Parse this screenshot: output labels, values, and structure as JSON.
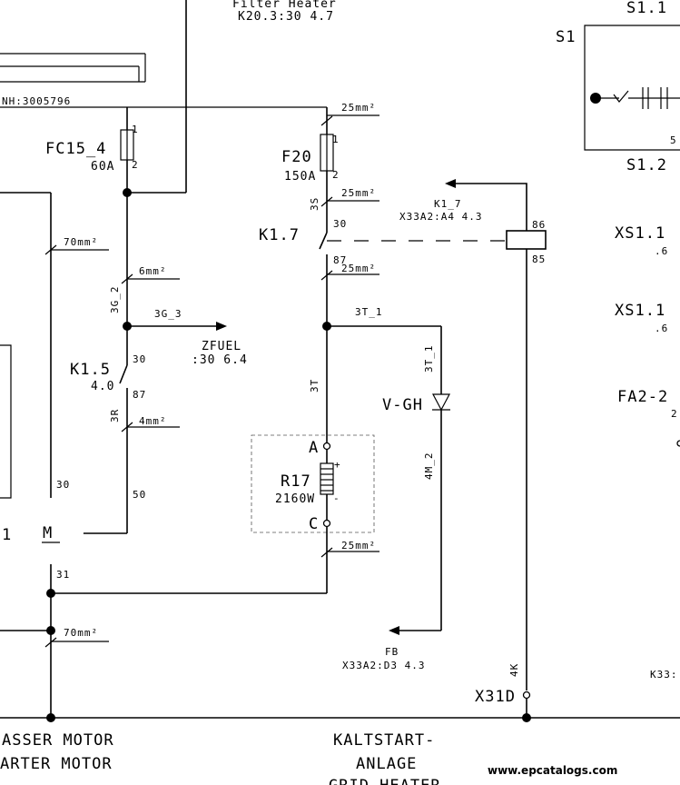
{
  "title_top": "Filter Heater",
  "ref_top": "K20.3:30 4.7",
  "nh_label": "NH:3005796",
  "fuses": {
    "fc15": {
      "name": "FC15_4",
      "rating": "60A",
      "pin1": "1",
      "pin2": "2"
    },
    "f20": {
      "name": "F20",
      "rating": "150A",
      "pin1": "1",
      "pin2": "2"
    }
  },
  "relays": {
    "k17": {
      "name": "K1.7",
      "pin30": "30",
      "pin87": "87",
      "coil_label": "K1_7",
      "coil_ref": "X33A2:A4 4.3",
      "pin86": "86",
      "pin85": "85"
    },
    "k15": {
      "name": "K1.5",
      "value": "4.0",
      "pin30": "30",
      "pin87": "87"
    }
  },
  "wires": {
    "w70a": "70mm²",
    "w70b": "70mm²",
    "w6": "6mm²",
    "w4": "4mm²",
    "w25a": "25mm²",
    "w25b": "25mm²",
    "w25c": "25mm²",
    "w25d": "25mm²",
    "w3g2": "3G_2",
    "w3g3": "3G_3",
    "w3s": "3S",
    "w3t": "3T",
    "w3t1a": "3T_1",
    "w3t1b": "3T_1",
    "w4m2": "4M_2",
    "w3r": "3R",
    "w4k": "4K"
  },
  "zfuel": {
    "label": "ZFUEL",
    "ref": ":30 6.4"
  },
  "heater": {
    "name": "R17",
    "power": "2160W",
    "pinA": "A",
    "pinC": "C"
  },
  "diode": {
    "name": "V-GH"
  },
  "fb": {
    "label": "FB",
    "ref": "X33A2:D3 4.3"
  },
  "motor": {
    "pin30": "30",
    "pin31": "31",
    "pin50": "50",
    "symbol": "M",
    "ref_fragment": "1"
  },
  "connector": {
    "name": "X31D"
  },
  "right_side": {
    "s1": "S1",
    "s11": "S1.1",
    "s12": "S1.2",
    "s12_pin": "5",
    "xs11a": "XS1.1",
    "xs11a_sub": ".6",
    "xs11b": "XS1.1",
    "xs11b_sub": ".6",
    "fa2": "FA2-2",
    "fa2_sub": "2",
    "k33": "K33:"
  },
  "bottom": {
    "motor_line1": "ASSER MOTOR",
    "motor_line2": "ARTER MOTOR",
    "kalt_line1": "KALTSTART-",
    "kalt_line2": "ANLAGE",
    "kalt_line3": "GRID HEATER"
  },
  "watermark": "www.epcatalogs.com"
}
